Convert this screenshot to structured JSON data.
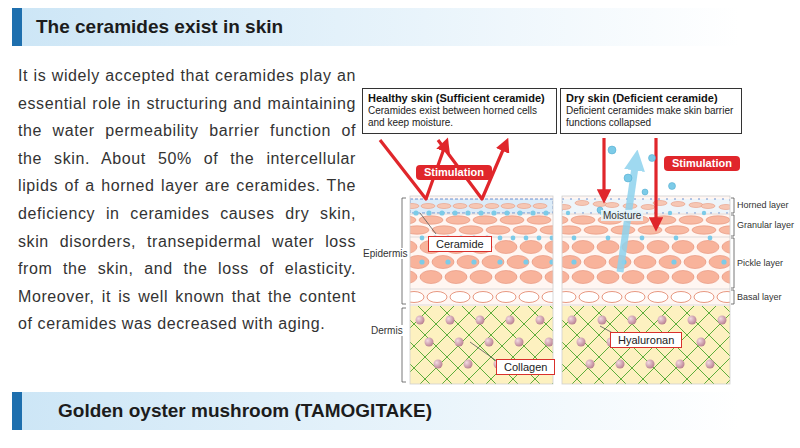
{
  "diagram": {
    "title": "The ceramides exist in skin",
    "nodes": [
      {
        "text": [
          "Healthy skin (Sufficient ceramide)",
          "Ceramides exist between horned cells and keep moisture."
        ]
      },
      {
        "text": [
          "Dry skin (Deficient ceramide)",
          "Deficient ceramides make skin barrier functions collapsed"
        ]
      },
      {
        "text": [
          "Stimulation"
        ]
      },
      {
        "text": [
          "Stimulation"
        ]
      },
      {
        "text": [
          "Ceramide"
        ]
      },
      {
        "text": [
          "Hyaluronan"
        ]
      },
      {
        "text": [
          "Collagen"
        ]
      },
      {
        "text": [
          "Golden oyster mushroom (TAMOGITAKE)"
        ]
      }
    ],
    "labels": [
      "It is widely accepted that ceramides play an essential role in structuring and maintaining the water permeability barrier function of the skin. About 50% of the intercellular lipids of a horned layer are ceramides. The deficiency in ceramides causes dry skin, skin disorders, transepidermal water loss from the skin, and the loss of elasticity. Moreover, it is well known that the content of ceramides was decreased with aging.",
      "Moisture",
      "Epidermis",
      "Dermis",
      "Horned layer",
      "Granular layer",
      "Pickle layer",
      "Basal layer"
    ]
  }
}
